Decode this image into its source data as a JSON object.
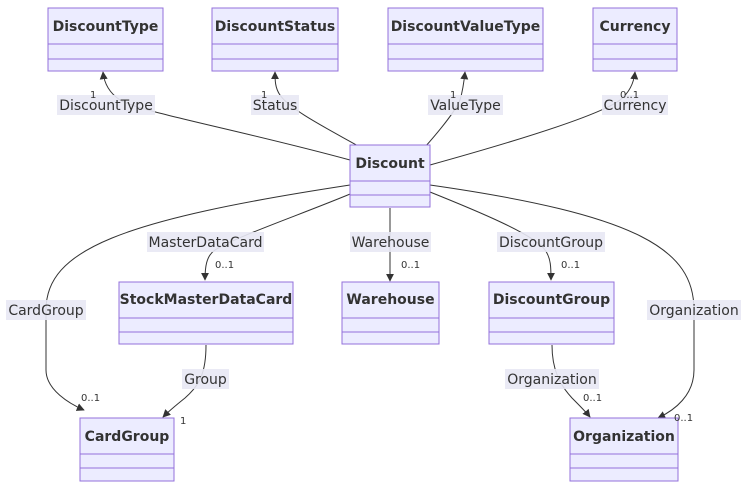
{
  "classes": {
    "discount_type": "DiscountType",
    "discount_status": "DiscountStatus",
    "discount_value_type": "DiscountValueType",
    "currency": "Currency",
    "discount": "Discount",
    "stock_master_data_card": "StockMasterDataCard",
    "warehouse": "Warehouse",
    "discount_group": "DiscountGroup",
    "card_group": "CardGroup",
    "organization": "Organization"
  },
  "relations": {
    "discount_type": "DiscountType",
    "status": "Status",
    "value_type": "ValueType",
    "currency": "Currency",
    "card_group": "CardGroup",
    "master_data_card": "MasterDataCard",
    "warehouse": "Warehouse",
    "discount_group": "DiscountGroup",
    "organization_right": "Organization",
    "group": "Group",
    "organization_lower": "Organization"
  },
  "multiplicities": {
    "discount_type": "1",
    "status": "1",
    "value_type": "1",
    "currency": "0..1",
    "master_data_card": "0..1",
    "warehouse": "0..1",
    "discount_group": "0..1",
    "card_group": "0..1",
    "group": "1",
    "organization_lower": "0..1",
    "organization_right": "0..1"
  },
  "colors": {
    "class_fill": "#ECECFF",
    "class_border": "#9370DB",
    "edge": "#333333",
    "label_bg": "#E8E8F4"
  }
}
